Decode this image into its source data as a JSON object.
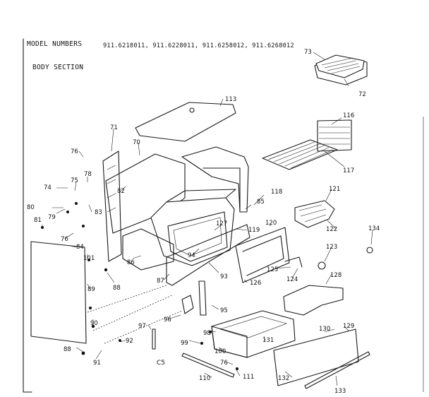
{
  "header": {
    "model_label": "MODEL NUMBERS",
    "models": "911.6218011,  911.6228011,  911.6258012,  911.6268012",
    "section": "BODY SECTION"
  },
  "code": "C5",
  "callouts": [
    "113",
    "73",
    "72",
    "116",
    "117",
    "71",
    "70",
    "76",
    "78",
    "75",
    "74",
    "82",
    "80",
    "79",
    "83",
    "81",
    "76",
    "101",
    "84",
    "85",
    "86",
    "87",
    "88",
    "89",
    "90",
    "88",
    "91",
    "92",
    "97",
    "96",
    "95",
    "93",
    "94",
    "127",
    "119",
    "118",
    "120",
    "121",
    "122",
    "125",
    "124",
    "126",
    "123",
    "128",
    "134",
    "98",
    "99",
    "100",
    "131",
    "130",
    "129",
    "132",
    "133",
    "110",
    "76",
    "111"
  ]
}
